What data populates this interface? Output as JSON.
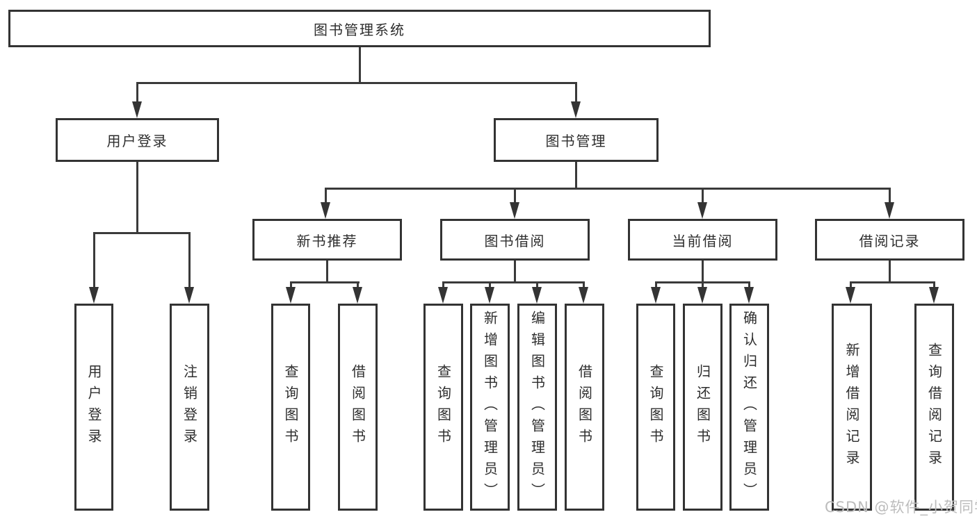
{
  "diagram": {
    "title": "图书管理系统",
    "watermark": "CSDN @软件_小贺同学",
    "colors": {
      "background": "#ffffff",
      "line": "#3a3a3a",
      "box_border": "#333333",
      "text": "#2e2e2e",
      "watermark": "#bcbcbc"
    },
    "tree": {
      "root": {
        "label": "图书管理系统",
        "children": [
          {
            "label": "用户登录",
            "children": [
              {
                "label": "用户登录"
              },
              {
                "label": "注销登录"
              }
            ]
          },
          {
            "label": "图书管理",
            "children": [
              {
                "label": "新书推荐",
                "children": [
                  {
                    "label": "查询图书"
                  },
                  {
                    "label": "借阅图书"
                  }
                ]
              },
              {
                "label": "图书借阅",
                "children": [
                  {
                    "label": "查询图书"
                  },
                  {
                    "label": "新增图书（管理员）"
                  },
                  {
                    "label": "编辑图书（管理员）"
                  },
                  {
                    "label": "借阅图书"
                  }
                ]
              },
              {
                "label": "当前借阅",
                "children": [
                  {
                    "label": "查询图书"
                  },
                  {
                    "label": "归还图书"
                  },
                  {
                    "label": "确认归还（管理员）"
                  }
                ]
              },
              {
                "label": "借阅记录",
                "children": [
                  {
                    "label": "新增借阅记录"
                  },
                  {
                    "label": "查询借阅记录"
                  }
                ]
              }
            ]
          }
        ]
      }
    }
  }
}
